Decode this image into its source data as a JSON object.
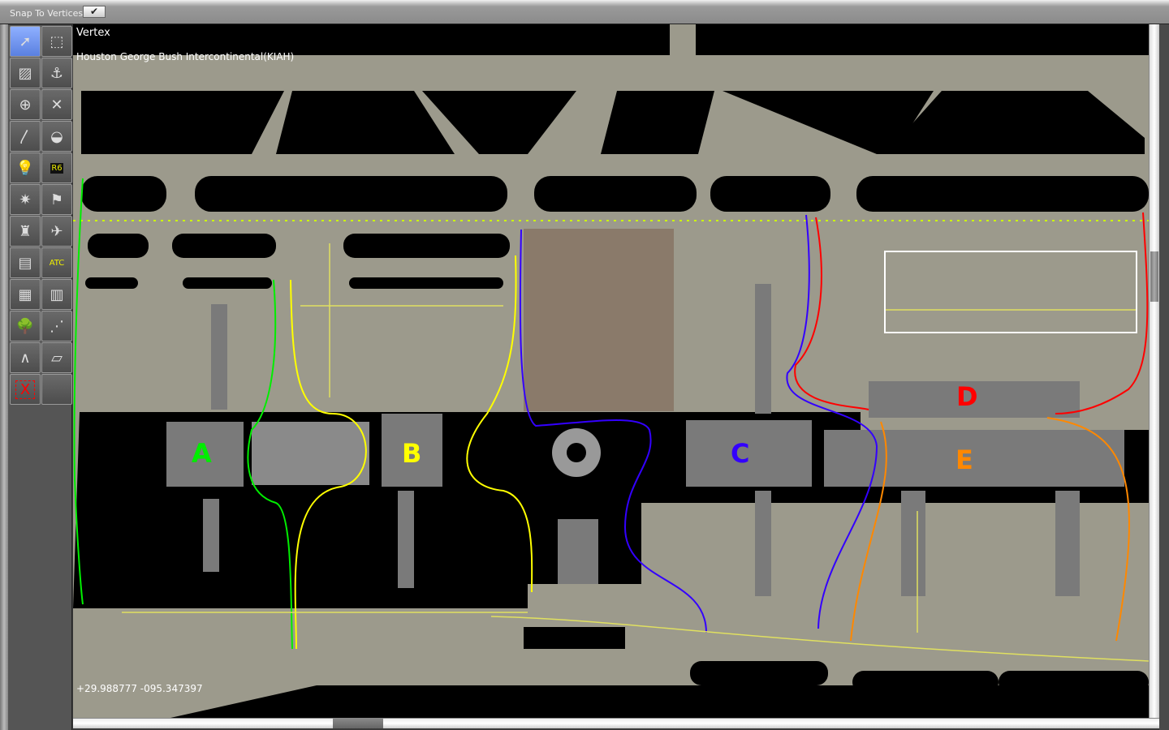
{
  "toolbar_top": {
    "snap_label": "Snap To Vertices",
    "snap_checked": "✔"
  },
  "tools": [
    {
      "name": "vertex-tool",
      "glyph": "➚",
      "selected": true
    },
    {
      "name": "marquee-tool",
      "glyph": "⬚"
    },
    {
      "name": "runway-tool",
      "glyph": "▨"
    },
    {
      "name": "sealane-tool",
      "glyph": "⚓"
    },
    {
      "name": "helipad-tool",
      "glyph": "⊕"
    },
    {
      "name": "taxiway-tool",
      "glyph": "✕"
    },
    {
      "name": "taxiline-tool",
      "glyph": "〳"
    },
    {
      "name": "hole-tool",
      "glyph": "◒"
    },
    {
      "name": "light-fixture-tool",
      "glyph": "💡"
    },
    {
      "name": "sign-tool",
      "glyph": "R6"
    },
    {
      "name": "beacon-tool",
      "glyph": "✷"
    },
    {
      "name": "windsock-tool",
      "glyph": "⚑"
    },
    {
      "name": "tower-viewpoint-tool",
      "glyph": "♜"
    },
    {
      "name": "ramp-start-tool",
      "glyph": "✈"
    },
    {
      "name": "boundary-tool",
      "glyph": "▤"
    },
    {
      "name": "atc-flow-tool",
      "glyph": "ATC"
    },
    {
      "name": "facade-tool",
      "glyph": "▦"
    },
    {
      "name": "object-string-tool",
      "glyph": "▥"
    },
    {
      "name": "forest-tool",
      "glyph": "🌳"
    },
    {
      "name": "string-tool",
      "glyph": "⋰"
    },
    {
      "name": "line-tool",
      "glyph": "∧"
    },
    {
      "name": "polygon-tool",
      "glyph": "▱"
    },
    {
      "name": "exclusion-tool",
      "glyph": "X"
    },
    {
      "name": "empty-tool",
      "glyph": ""
    }
  ],
  "map": {
    "tool_name": "Vertex",
    "airport_name": "Houston George Bush Intercontinental(KIAH)",
    "coordinates": "+29.988777 -095.347397",
    "terminals": [
      {
        "label": "A",
        "color": "#00ee00"
      },
      {
        "label": "B",
        "color": "#ffff00"
      },
      {
        "label": "C",
        "color": "#3300ff"
      },
      {
        "label": "D",
        "color": "#ff0000"
      },
      {
        "label": "E",
        "color": "#ff8800"
      }
    ]
  }
}
